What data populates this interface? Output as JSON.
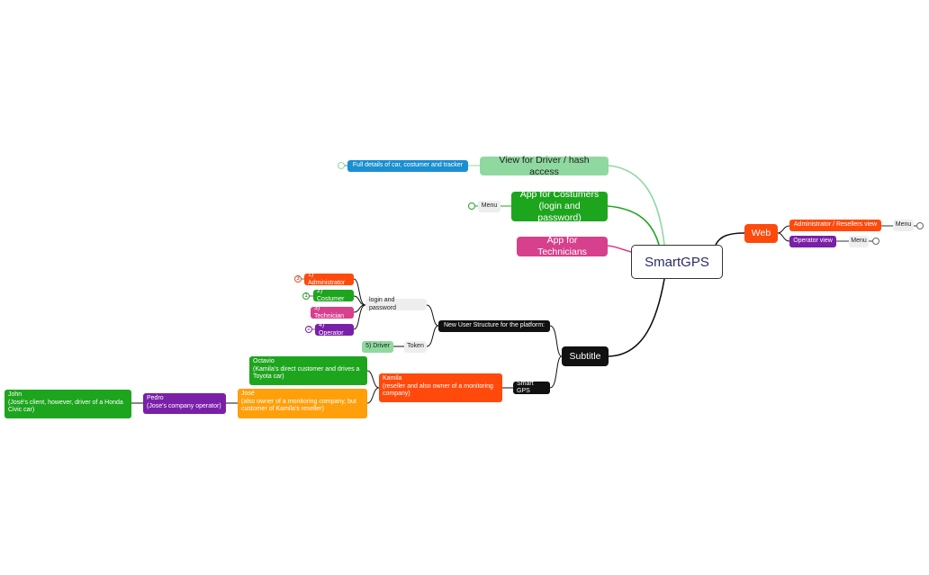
{
  "root": "SmartGPS",
  "nodes": {
    "view_driver": "View for Driver / hash access",
    "full_details": "Full details of car, costumer and tracker",
    "app_costumers": "App for Costumers\n(login and password)",
    "menu_costumers": "Menu",
    "app_technicians": "App for Technicians",
    "web": "Web",
    "admin_view": "Administrator / Resellers view",
    "menu_admin": "Menu",
    "operator_view": "Operator view",
    "menu_operator": "Menu",
    "subtitle": "Subtitle",
    "new_user_structure": "New User Structure for the platform:",
    "login_password": "login and password",
    "administrator": "1) Administrator",
    "costumer": "2) Costumer",
    "technician": "3) Technician",
    "operator": "4) Operator",
    "token": "Token",
    "driver": "5) Driver",
    "smart_gps": "Smart GPS",
    "kamila": "Kamila\n(reseller and also owner of a monitoring company)",
    "octavio": "Octavio\n(Kamila's direct customer and drives a Toyota car)",
    "jose": "José\n(also owner of a monitoring company, but customer of Kamila's reseller)",
    "pedro": "Pedro\n(Jose's company operator)",
    "john": "John\n(José's client, however, driver of a Honda Civic car)"
  },
  "toggle_counts": {
    "full_details": "",
    "menu_costumers": "",
    "administrator": "3",
    "costumer": "1",
    "operator": "2",
    "menu_admin": "",
    "menu_operator": ""
  },
  "colors": {
    "view_driver": "#8fd9a0",
    "full_details": "#1b8fd0",
    "app_costumers": "#1ea51e",
    "app_technicians": "#d6408c",
    "web": "#ff4a0c",
    "admin_view": "#ff4a0c",
    "operator_view": "#7a1fa8",
    "subtitle": "#111111",
    "administrator": "#ff4a0c",
    "costumer": "#1ea51e",
    "technician": "#d6408c",
    "operator": "#7a1fa8",
    "driver": "#8fd9a0",
    "kamila": "#ff4a0c",
    "octavio": "#1ea51e",
    "jose": "#ff9f0a",
    "pedro": "#7a1fa8",
    "john": "#1ea51e"
  }
}
